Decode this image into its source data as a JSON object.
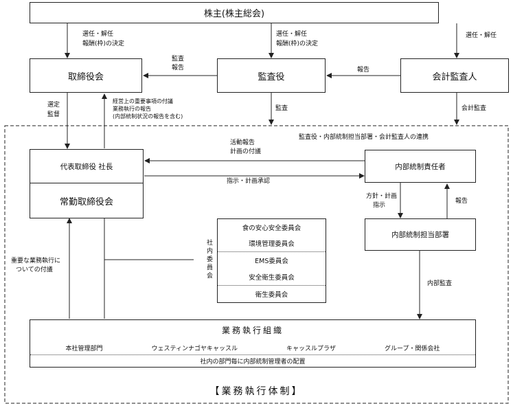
{
  "shareholders": "株主(株主総会)",
  "board": "取締役会",
  "auditors": "監査役",
  "accounting_auditor": "会計監査人",
  "ceo": "代表取締役 社長",
  "exec_board": "常勤取締役会",
  "internal_control_officer": "内部統制責任者",
  "internal_control_dept": "内部統制担当部署",
  "committees": {
    "side_label": "社内委員会",
    "items": [
      "食の安心安全委員会",
      "環境管理委員会",
      "EMS委員会",
      "安全衛生委員会",
      "衛生委員会"
    ]
  },
  "operations": {
    "title": "業務執行組織",
    "units": [
      "本社管理部門",
      "ウェスティンナゴヤキャッスル",
      "キャッスルプラザ",
      "グループ・関係会社"
    ],
    "footer": "社内の部門毎に内部統制管理者の配置"
  },
  "labels": {
    "appoint_1": "選任・解任",
    "comp_1": "報酬(枠)の決定",
    "appoint_2": "選任・解任",
    "comp_2": "報酬(枠)の決定",
    "appoint_3": "選任・解任",
    "audit_report_1": "監査",
    "audit_report_2": "報告",
    "report_acct": "報告",
    "select_1": "選定",
    "select_2": "監督",
    "board_report_1": "経営上の重要事項の付議",
    "board_report_2": "業務執行の報告",
    "board_report_3": "(内部統制状況の報告を含む)",
    "audit": "監査",
    "acct_audit": "会計監査",
    "coop": "監査役・内部統制担当部署・会計監査人の連携",
    "activity_1": "活動報告",
    "activity_2": "計画の付議",
    "instruct": "指示・計画承認",
    "policy_1": "方針・計画",
    "policy_2": "指示",
    "report_ic": "報告",
    "internal_audit": "内部監査",
    "important_1": "重要な業務執行に",
    "important_2": "ついての付議",
    "system_title": "【業務執行体制】"
  }
}
